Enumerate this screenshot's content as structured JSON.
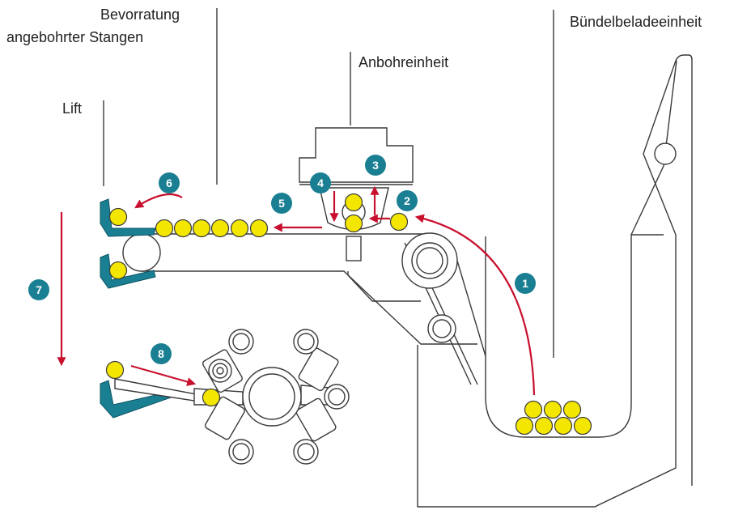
{
  "labels": {
    "bevorratung_line1": "Bevorratung",
    "bevorratung_line2": "angebohrter Stangen",
    "anbohreinheit": "Anbohreinheit",
    "lift": "Lift",
    "buendelbeladeeinheit": "Bündelbeladeeinheit"
  },
  "steps": {
    "s1": "1",
    "s2": "2",
    "s3": "3",
    "s4": "4",
    "s5": "5",
    "s6": "6",
    "s7": "7",
    "s8": "8"
  },
  "colors": {
    "rod": "#f3e600",
    "arrow": "#c8102e",
    "badge": "#1a7f92",
    "gripper": "#1a7f92",
    "line": "#3a3a3a"
  },
  "icons": {
    "arrow": "red-arrow-icon",
    "badge": "step-number-badge"
  }
}
